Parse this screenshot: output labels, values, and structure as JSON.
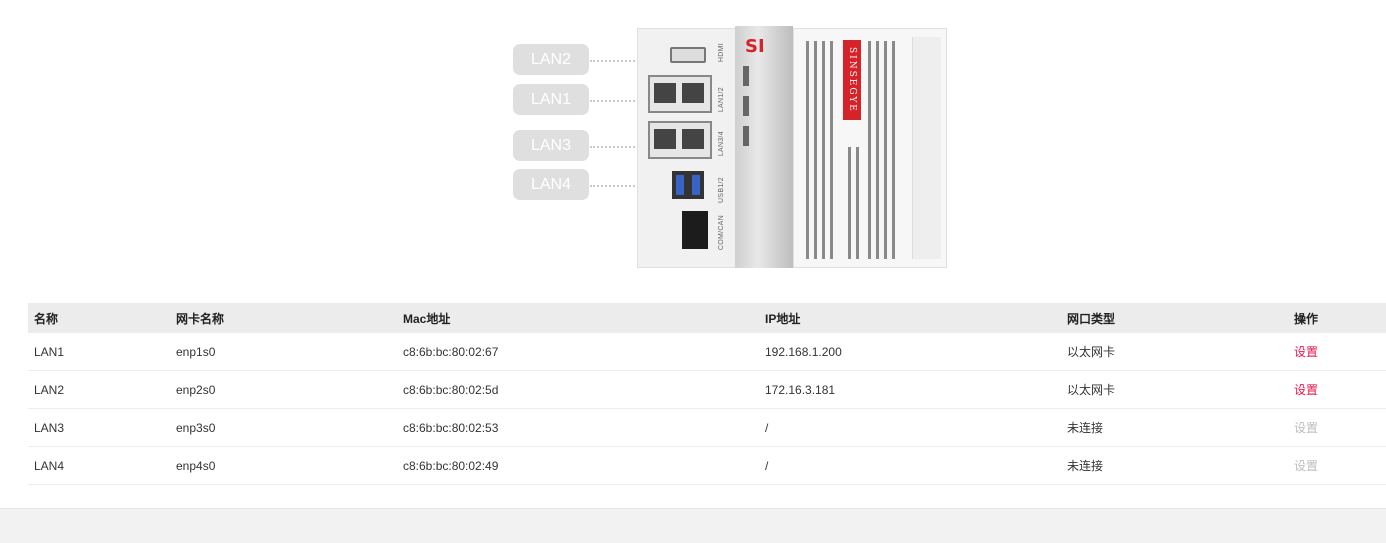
{
  "device": {
    "lan_labels": [
      "LAN2",
      "LAN1",
      "LAN3",
      "LAN4"
    ],
    "port_tags": [
      "HDMI",
      "LAN1/2",
      "LAN3/4",
      "USB1/2",
      "COM/CAN"
    ],
    "brand_text": "SINSEGYE",
    "logo_text": "SI",
    "colors": {
      "brand_red": "#d6232a"
    }
  },
  "table": {
    "headers": [
      "名称",
      "网卡名称",
      "Mac地址",
      "IP地址",
      "网口类型",
      "操作"
    ],
    "rows": [
      {
        "name": "LAN1",
        "nic": "enp1s0",
        "mac": "c8:6b:bc:80:02:67",
        "ip": "192.168.1.200",
        "type": "以太网卡",
        "action": "设置",
        "enabled": true
      },
      {
        "name": "LAN2",
        "nic": "enp2s0",
        "mac": "c8:6b:bc:80:02:5d",
        "ip": "172.16.3.181",
        "type": "以太网卡",
        "action": "设置",
        "enabled": true
      },
      {
        "name": "LAN3",
        "nic": "enp3s0",
        "mac": "c8:6b:bc:80:02:53",
        "ip": "/",
        "type": "未连接",
        "action": "设置",
        "enabled": false
      },
      {
        "name": "LAN4",
        "nic": "enp4s0",
        "mac": "c8:6b:bc:80:02:49",
        "ip": "/",
        "type": "未连接",
        "action": "设置",
        "enabled": false
      }
    ],
    "colors": {
      "action_enabled": "#e8174b",
      "action_disabled": "#bdbdbd",
      "header_bg": "#ececec"
    }
  }
}
